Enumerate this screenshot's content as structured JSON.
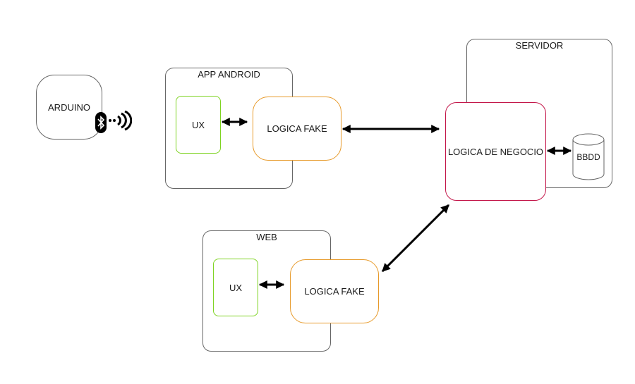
{
  "nodes": {
    "arduino": "ARDUINO",
    "app_android": "APP ANDROID",
    "android_ux": "UX",
    "android_logic": "LOGICA FAKE",
    "servidor": "SERVIDOR",
    "business_logic": "LOGICA DE NEGOCIO",
    "database": "BBDD",
    "web": "WEB",
    "web_ux": "UX",
    "web_logic": "LOGICA FAKE"
  },
  "icons": {
    "bluetooth": "bluetooth-icon",
    "signal": "wireless-signal-icon"
  },
  "colors": {
    "container_border": "#666666",
    "ux_border": "#7ed321",
    "fake_logic_border": "#e79a2a",
    "business_logic_border": "#c3174a",
    "arrow": "#000000"
  }
}
